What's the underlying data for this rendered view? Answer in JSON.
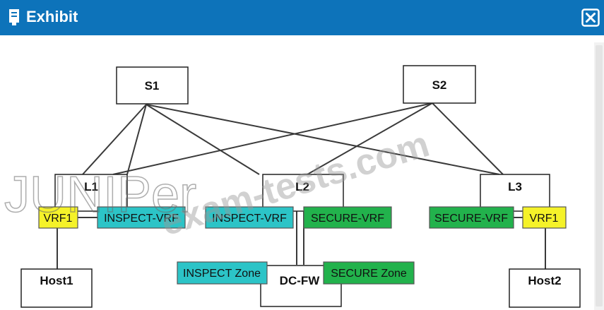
{
  "window": {
    "title": "Exhibit",
    "icons": {
      "title": "exhibit-icon",
      "close": "close-icon"
    }
  },
  "diagram": {
    "colors": {
      "link": "#3a3a3a",
      "box_border": "#222222",
      "vrf_yellow": "#f5f229",
      "inspect_cyan": "#2cc4c7",
      "secure_green": "#22b24c"
    },
    "nodes": {
      "s1": "S1",
      "s2": "S2",
      "l1": "L1",
      "l2": "L2",
      "l3": "L3",
      "host1": "Host1",
      "host2": "Host2",
      "dcfw": "DC-FW"
    },
    "tags": {
      "l1_vrf1": "VRF1",
      "l1_inspect_vrf": "INSPECT-VRF",
      "l2_inspect_vrf": "INSPECT-VRF",
      "l2_secure_vrf": "SECURE-VRF",
      "l3_secure_vrf": "SECURE-VRF",
      "l3_vrf1": "VRF1",
      "inspect_zone": "INSPECT Zone",
      "secure_zone": "SECURE Zone"
    }
  },
  "watermark": {
    "site": "exam-tests.com",
    "brand": "JUNIPer"
  }
}
